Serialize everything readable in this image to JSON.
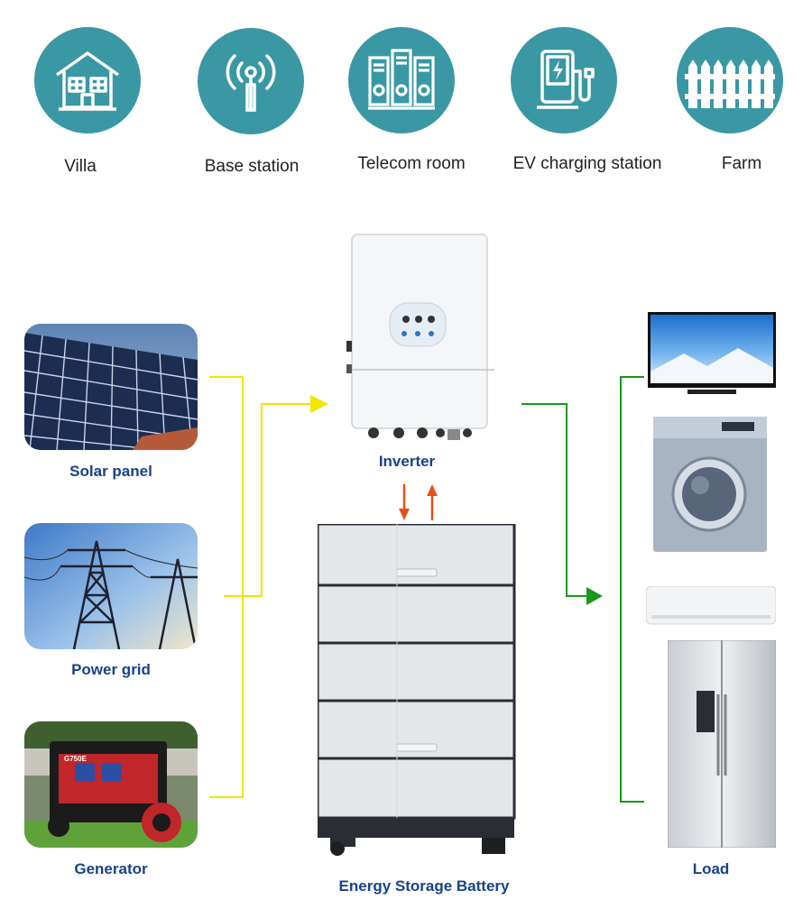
{
  "applications": [
    {
      "label": "Villa",
      "icon": "villa-icon"
    },
    {
      "label": "Base station",
      "icon": "antenna-icon"
    },
    {
      "label": "Telecom room",
      "icon": "server-icon"
    },
    {
      "label": "EV charging station",
      "icon": "ev-charger-icon"
    },
    {
      "label": "Farm",
      "icon": "fence-icon"
    }
  ],
  "sources": [
    {
      "label": "Solar panel",
      "icon": "solar-panel-image"
    },
    {
      "label": "Power grid",
      "icon": "power-tower-image"
    },
    {
      "label": "Generator",
      "icon": "generator-image"
    }
  ],
  "inverter": {
    "label": "Inverter"
  },
  "battery": {
    "label": "Energy Storage Battery"
  },
  "load": {
    "label": "Load"
  },
  "colors": {
    "icon_circle": "#3a98a4",
    "label_blue": "#17428c",
    "source_line": "#f2e600",
    "battery_arrow": "#e8501c",
    "load_line": "#18981c"
  }
}
